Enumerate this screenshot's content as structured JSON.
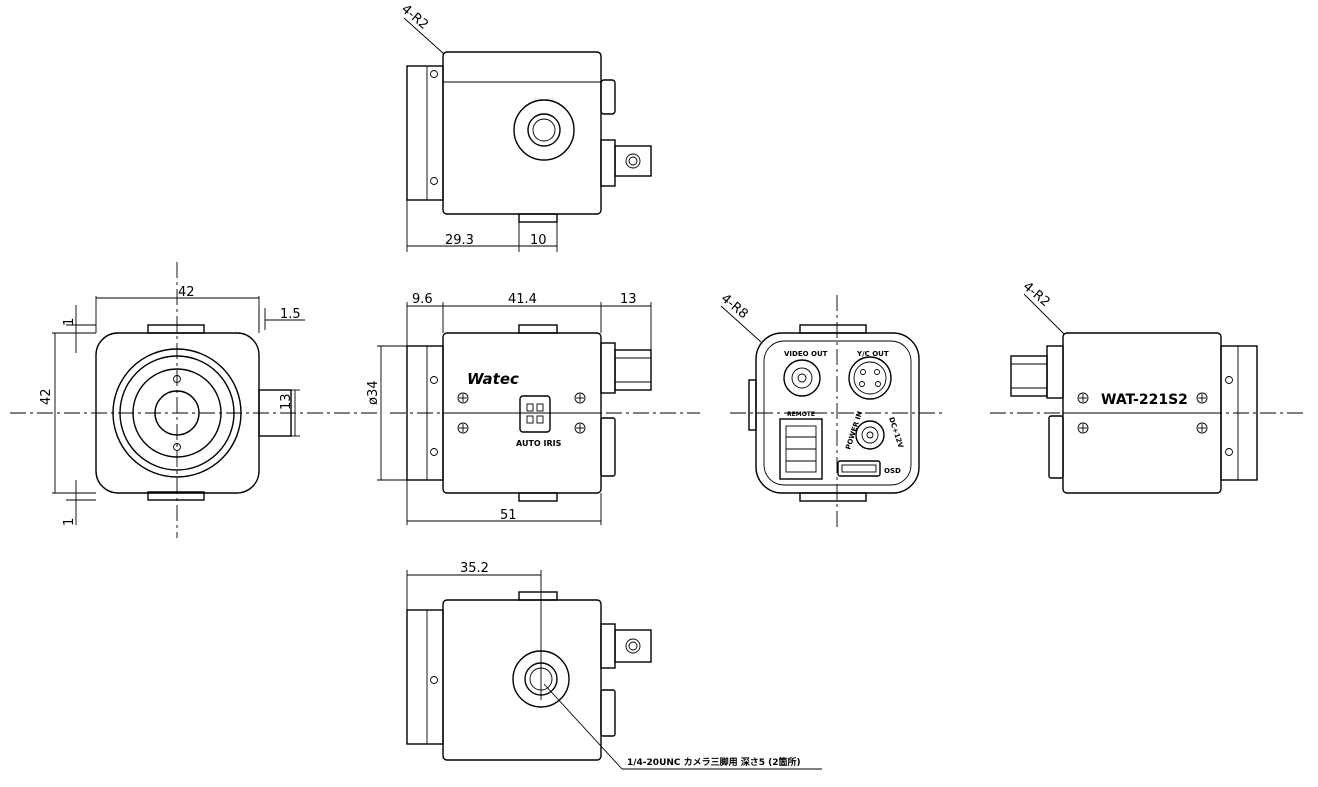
{
  "dimensions": {
    "top_view": {
      "radius": "4-R2",
      "length_a": "29.3",
      "length_b": "10"
    },
    "front_view": {
      "width": "42",
      "height": "42",
      "protrusion": "1.5",
      "connector_height": "13",
      "margin_top": "1",
      "margin_bottom": "1"
    },
    "side_view": {
      "left_segment": "9.6",
      "middle_segment": "41.4",
      "right_segment": "13",
      "lens_diameter": "ø34",
      "total_length": "51"
    },
    "rear_view": {
      "radius": "4-R8"
    },
    "other_side_view": {
      "radius": "4-R2"
    },
    "bottom_view": {
      "mount_offset": "35.2"
    }
  },
  "labels": {
    "brand": "Watec",
    "auto_iris": "AUTO IRIS",
    "model": "WAT-221S2",
    "video_out": "VIDEO OUT",
    "yc_out": "Y/C OUT",
    "remote": "REMOTE",
    "power_in": "POWER IN",
    "dc_voltage": "DC+12V",
    "osd": "OSD"
  },
  "notes": {
    "tripod_mount": "1/4-20UNC カメラ三脚用 深さ5 (2箇所)"
  }
}
